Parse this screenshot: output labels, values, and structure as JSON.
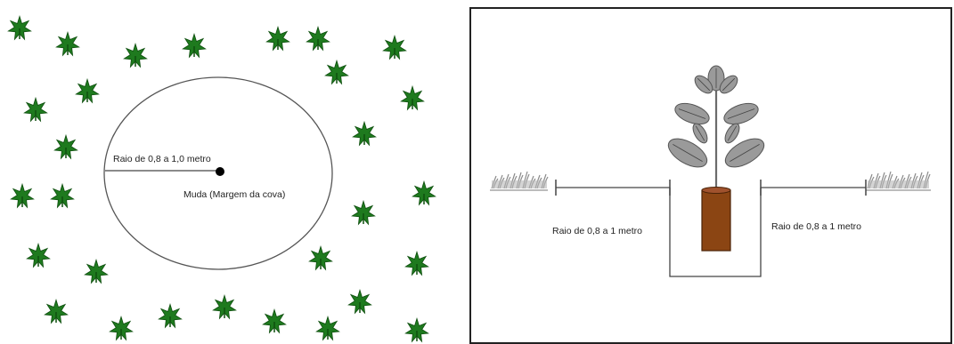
{
  "left_diagram": {
    "radius_label": "Raio de 0,8 a 1,0 metro",
    "seedling_label": "Muda (Margem da cova)"
  },
  "right_diagram": {
    "radius_label_left": "Raio de 0,8 a 1 metro",
    "radius_label_right": "Raio de 0,8 a 1 metro"
  },
  "colors": {
    "weed": "#1e7a1e",
    "weed_dark": "#0f4f0f",
    "pot": "#8b4513",
    "pot_dark": "#5a2a08",
    "leaf": "#9a9a9a",
    "outline": "#333333"
  }
}
